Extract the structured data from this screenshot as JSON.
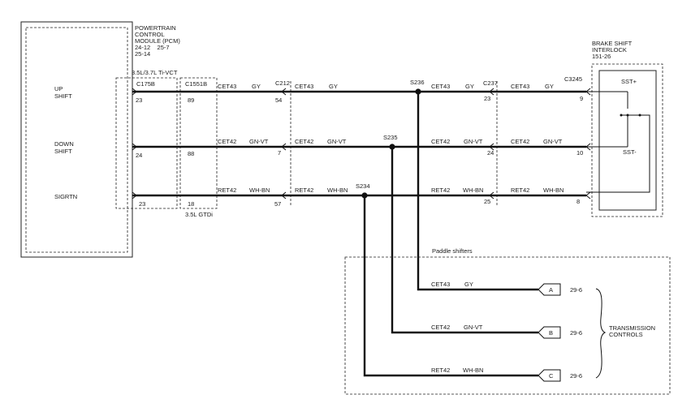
{
  "pcm": {
    "title_lines": [
      "POWERTRAIN",
      "CONTROL",
      "MODULE (PCM)",
      "24-12    25-7",
      "25-14"
    ],
    "up_lines": [
      "UP",
      "SHIFT"
    ],
    "down_lines": [
      "DOWN",
      "SHIFT"
    ],
    "sigrtn": "SIGRTN"
  },
  "engine_note_top": "3.5L/3.7L Ti-VCT",
  "engine_note_bottom": "3.5L GTDi",
  "connectors": {
    "c175b": "C175B",
    "c1551b": "C1551B",
    "c212": "C212",
    "c237": "C237",
    "c3245": "C3245"
  },
  "pins": {
    "c175b": [
      "23",
      "24",
      "23"
    ],
    "c1551b": [
      "89",
      "88",
      "18"
    ],
    "c212": [
      "54",
      "7",
      "57"
    ],
    "c237": [
      "23",
      "24",
      "25"
    ],
    "c3245": [
      "9",
      "10",
      "8"
    ]
  },
  "splices": {
    "s236": "S236",
    "s235": "S235",
    "s234": "S234"
  },
  "circuits": {
    "up": {
      "code": "CET43",
      "color": "GY"
    },
    "down": {
      "code": "CET42",
      "color": "GN-VT"
    },
    "sig": {
      "code": "RET42",
      "color": "WH-BN"
    }
  },
  "bsi": {
    "title_lines": [
      "BRAKE SHIFT",
      "INTERLOCK",
      "151-26"
    ],
    "sst_plus": "SST+",
    "sst_minus": "SST-"
  },
  "paddle": {
    "title": "Paddle shifters",
    "connectors": [
      "A",
      "B",
      "C"
    ],
    "refs": [
      "29-6",
      "29-6",
      "29-6"
    ],
    "group_lines": [
      "TRANSMISSION",
      "CONTROLS"
    ]
  }
}
